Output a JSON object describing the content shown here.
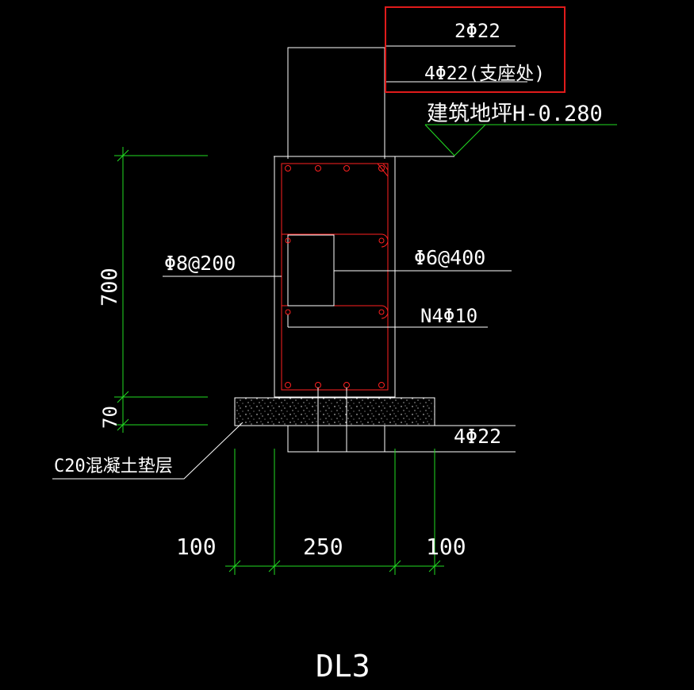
{
  "drawing": {
    "title": "DL3",
    "callouts": {
      "top_bars": "2Φ22",
      "top_bars_support": "4Φ22(支座处)",
      "ground_level": "建筑地坪H-0.280",
      "stirrup_left": "Φ8@200",
      "tie_bar": "Φ6@400",
      "side_bars": "N4Φ10",
      "bottom_bars": "4Φ22",
      "cushion": "C20混凝土垫层"
    },
    "dimensions": {
      "beam_height": "700",
      "cushion_thickness": "70",
      "left_offset": "100",
      "beam_width": "250",
      "right_offset": "100"
    },
    "colors": {
      "background": "#000000",
      "outline": "#ffffff",
      "reinforcement": "#ff2020",
      "dimension": "#22dd22",
      "highlight_box": "#e01b1b"
    }
  }
}
